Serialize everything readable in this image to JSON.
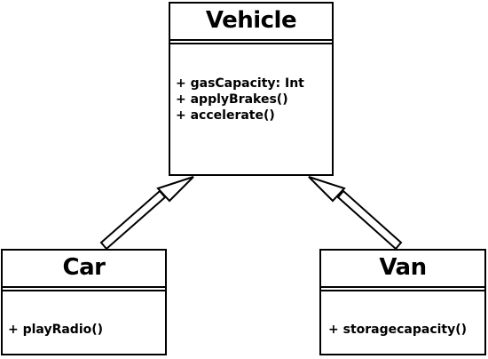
{
  "classes": {
    "vehicle": {
      "name": "Vehicle",
      "members": [
        "+ gasCapacity: Int",
        "+ applyBrakes()",
        "+ accelerate()"
      ]
    },
    "car": {
      "name": "Car",
      "members": [
        "+ playRadio()"
      ]
    },
    "van": {
      "name": "Van",
      "members": [
        "+ storagecapacity()"
      ]
    }
  }
}
